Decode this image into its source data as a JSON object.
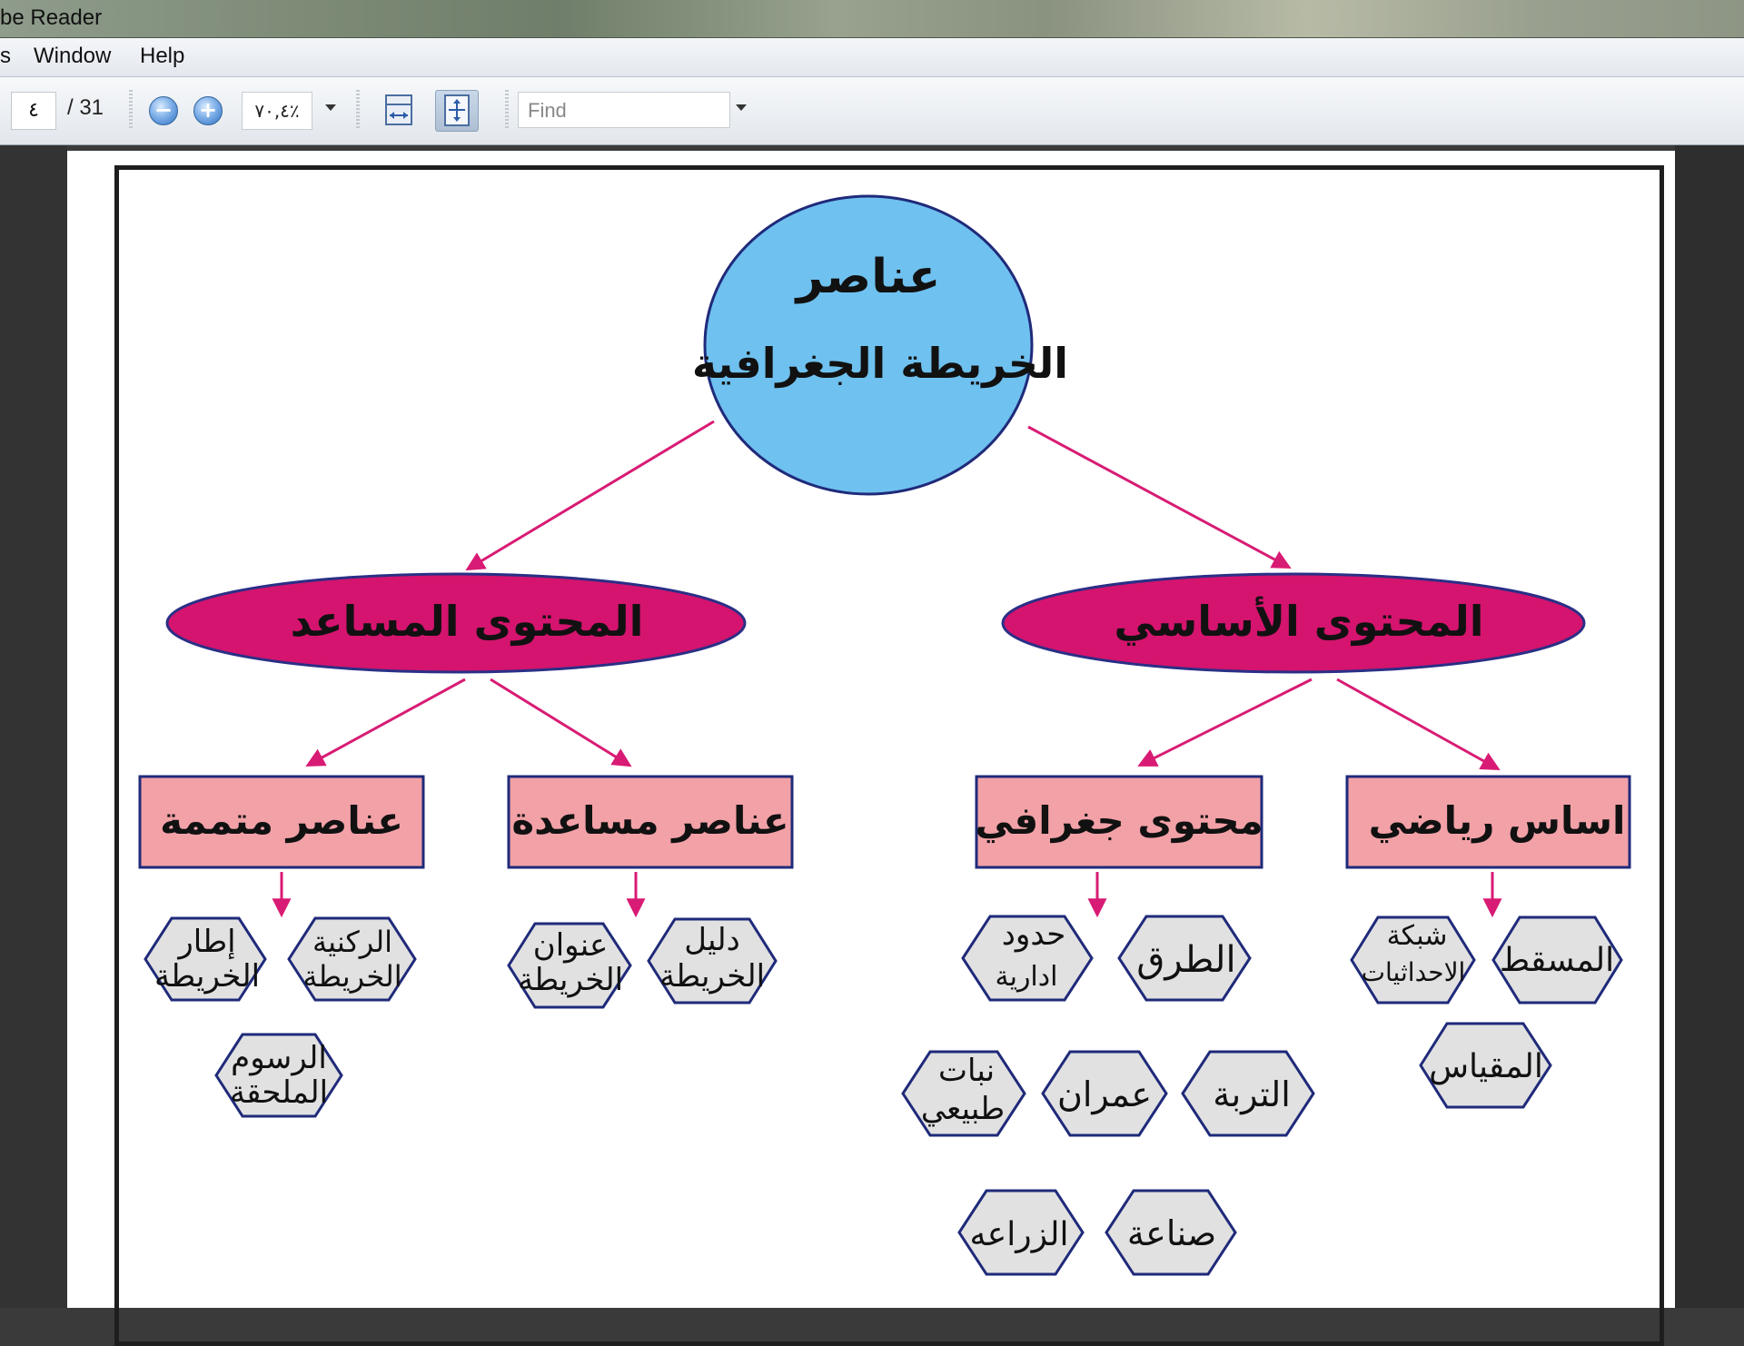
{
  "window": {
    "title": "be Reader"
  },
  "menu": {
    "items": [
      "s",
      "Window",
      "Help"
    ]
  },
  "toolbar": {
    "page_current": "٤",
    "page_total": "/ 31",
    "zoom_value": "٧٠,٤٪",
    "find_placeholder": "Find"
  },
  "diagram": {
    "root_line1": "عناصر",
    "root_line2": "الخريطة الجغرافية",
    "left_branch": "المحتوى المساعد",
    "right_branch": "المحتوى الأساسي",
    "box_mutammima": "عناصر متممة",
    "box_musaeda": "عناصر مساعدة",
    "box_jughrafi": "محتوى جغرافي",
    "box_riyadi": "اساس رياضي",
    "hex_itar": [
      "إطار",
      "الخريطة"
    ],
    "hex_rukniya": [
      "الركنية",
      "الخريطة"
    ],
    "hex_rusum": [
      "الرسوم",
      "الملحقة"
    ],
    "hex_unwan": [
      "عنوان",
      "الخريطة"
    ],
    "hex_dalil": [
      "دليل",
      "الخريطة"
    ],
    "hex_hudud": [
      "حدود",
      "ادارية"
    ],
    "hex_turuq": "الطرق",
    "hex_nabat": [
      "نبات",
      "طبيعي"
    ],
    "hex_umran": "عمران",
    "hex_turba": "التربة",
    "hex_ziraa": "الزراعه",
    "hex_sinaa": "صناعة",
    "hex_shabaka": [
      "شبكة",
      "الاحداثيات"
    ],
    "hex_masqat": "المسقط",
    "hex_miqyas": "المقياس"
  },
  "colors": {
    "root_fill": "#6fc1ef",
    "branch_fill": "#d4146e",
    "box_fill": "#f2a1a7",
    "hex_fill": "#e1e1e1",
    "arrow": "#d81b74",
    "outline": "#1f2a7a"
  }
}
